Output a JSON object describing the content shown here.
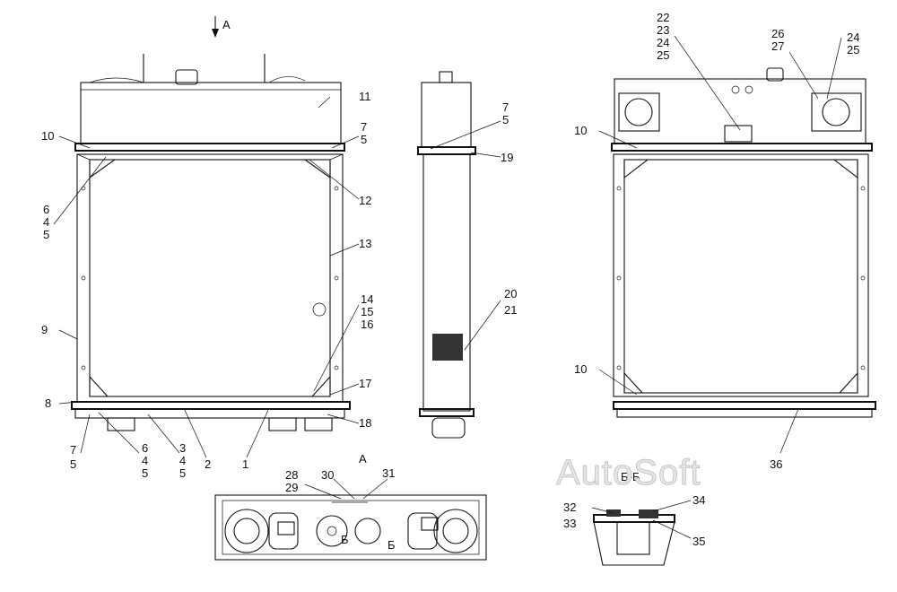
{
  "title": "A",
  "watermark": "AutoSoft",
  "section_label": "Б-Б",
  "view_a_label": "A",
  "section_marks": [
    "Б",
    "Б"
  ],
  "labels": {
    "front": [
      "10",
      "11",
      "7",
      "5",
      "12",
      "6",
      "4",
      "5",
      "13",
      "14",
      "15",
      "16",
      "9",
      "17",
      "8",
      "18",
      "7",
      "5",
      "6",
      "4",
      "5",
      "3",
      "4",
      "5",
      "2",
      "1"
    ],
    "side": [
      "7",
      "5",
      "19",
      "20",
      "21"
    ],
    "rear": [
      "22",
      "23",
      "24",
      "25",
      "26",
      "27",
      "24",
      "25",
      "10",
      "10",
      "36"
    ],
    "bottom": [
      "28",
      "29",
      "30",
      "31"
    ],
    "section": [
      "32",
      "33",
      "34",
      "35"
    ]
  }
}
